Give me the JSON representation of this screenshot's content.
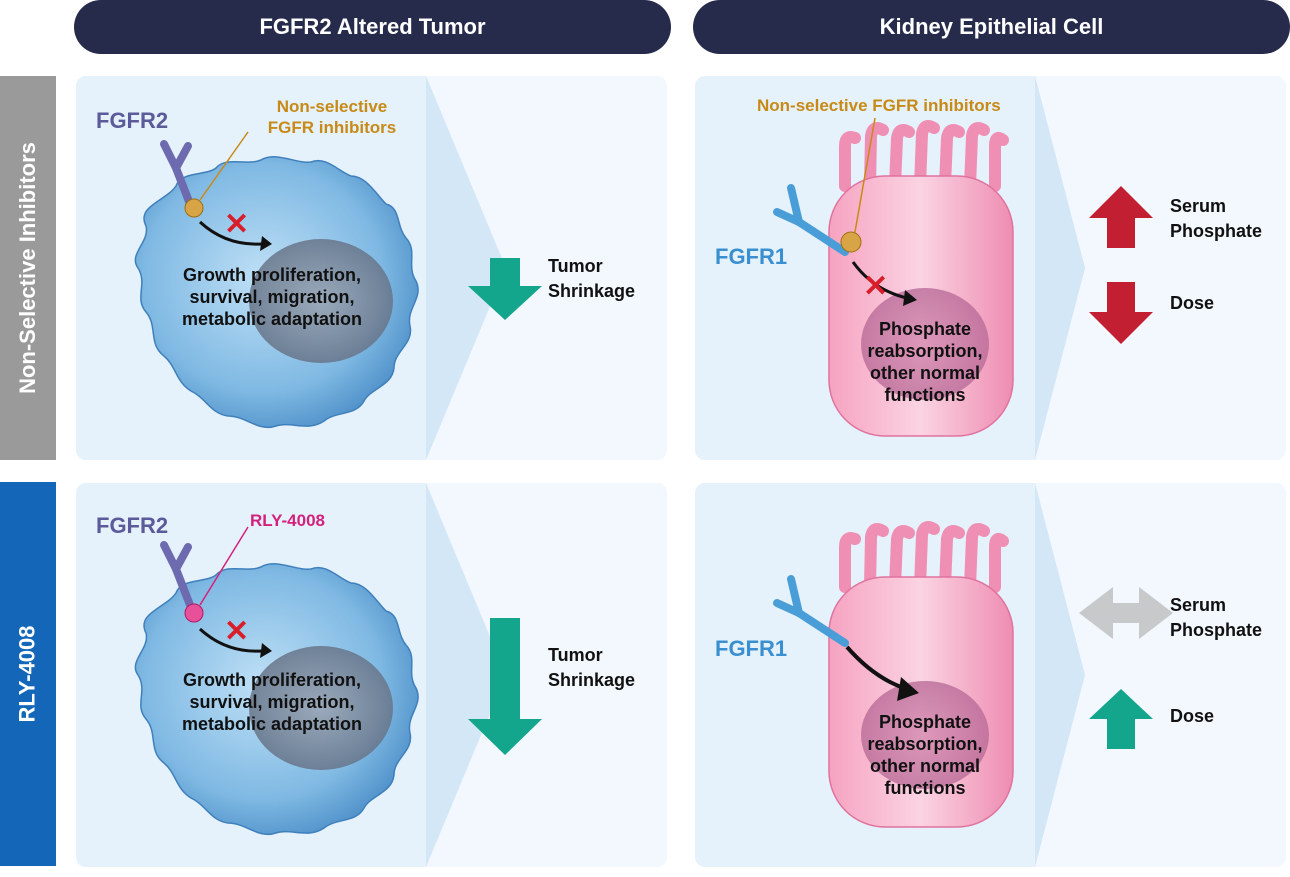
{
  "columns": {
    "tumor": "FGFR2 Altered Tumor",
    "kidney": "Kidney Epithelial Cell"
  },
  "rows": {
    "nonselective": "Non-Selective Inhibitors",
    "rly": "RLY-4008"
  },
  "panels": {
    "tumor_nonselective": {
      "receptor": "FGFR2",
      "inhibitor_line1": "Non-selective",
      "inhibitor_line2": "FGFR inhibitors",
      "effect_line1": "Growth proliferation,",
      "effect_line2": "survival, migration,",
      "effect_line3": "metabolic adaptation",
      "outcome_line1": "Tumor",
      "outcome_line2": "Shrinkage"
    },
    "tumor_rly": {
      "receptor": "FGFR2",
      "inhibitor": "RLY-4008",
      "effect_line1": "Growth proliferation,",
      "effect_line2": "survival, migration,",
      "effect_line3": "metabolic adaptation",
      "outcome_line1": "Tumor",
      "outcome_line2": "Shrinkage"
    },
    "kidney_nonselective": {
      "receptor": "FGFR1",
      "inhibitor": "Non-selective FGFR inhibitors",
      "effect_line1": "Phosphate",
      "effect_line2": "reabsorption,",
      "effect_line3": "other normal",
      "effect_line4": "functions",
      "serum_line1": "Serum",
      "serum_line2": "Phosphate",
      "dose": "Dose"
    },
    "kidney_rly": {
      "receptor": "FGFR1",
      "effect_line1": "Phosphate",
      "effect_line2": "reabsorption,",
      "effect_line3": "other normal",
      "effect_line4": "functions",
      "serum_line1": "Serum",
      "serum_line2": "Phosphate",
      "dose": "Dose"
    }
  },
  "colors": {
    "header_navy": "#262a4b",
    "row_gray": "#9a9a9b",
    "row_blue": "#1467b8",
    "panel_bg": "#e5f1fb",
    "fgfr2_purple": "#5b5a9a",
    "fgfr1_blue": "#3a8fd0",
    "inhibitor_gold": "#c88a16",
    "rly_magenta": "#d4217d",
    "arrow_green": "#14a58d",
    "arrow_red": "#c21f32",
    "arrow_gray": "#c7c9cb",
    "x_red": "#d81e2a"
  }
}
